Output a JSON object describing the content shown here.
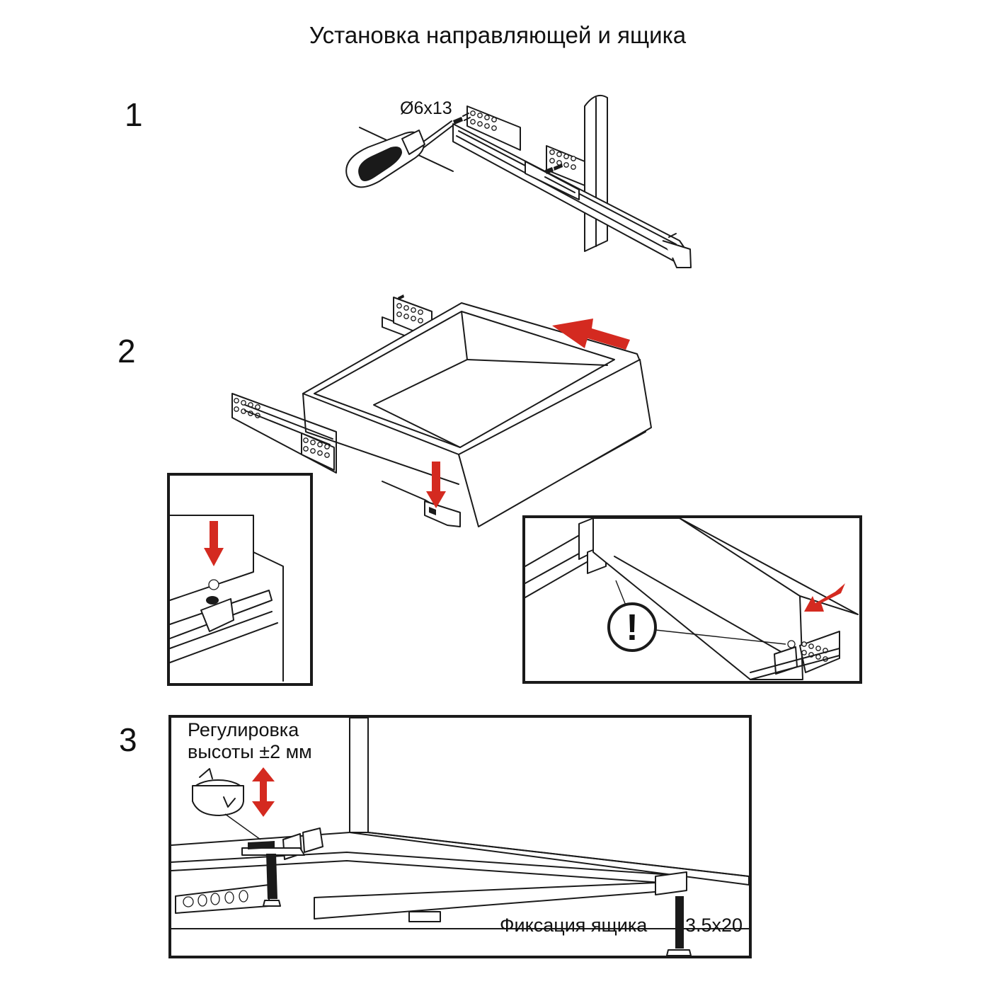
{
  "title": "Установка направляющей и ящика",
  "steps": [
    {
      "number": "1",
      "screw_label": "Ø6x13"
    },
    {
      "number": "2"
    },
    {
      "number": "3",
      "height_adjust_line1": "Регулировка",
      "height_adjust_line2": "высоты ±2 мм",
      "fixing_label": "Фиксация ящика",
      "fixing_screw": "3.5x20"
    }
  ],
  "warning_symbol": "!",
  "colors": {
    "arrow": "#d42a20",
    "line": "#1a1a1a",
    "background": "#ffffff"
  },
  "icons": [
    "screwdriver-icon",
    "arrow-icon",
    "warning-icon",
    "rotate-icon",
    "screw-icon"
  ]
}
